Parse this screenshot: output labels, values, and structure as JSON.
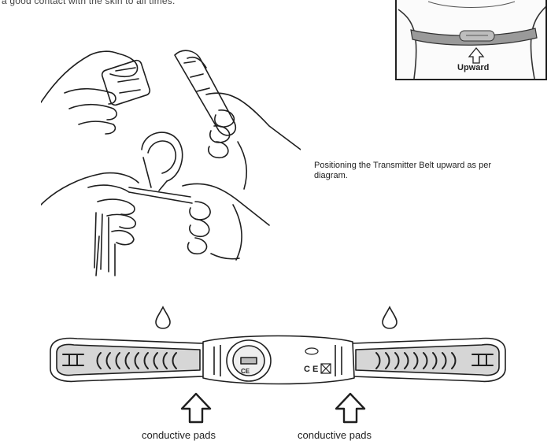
{
  "header": {
    "top_text": "a good contact with the skin to all times."
  },
  "inset": {
    "upward_label": "Upward"
  },
  "caption": {
    "positioning_text": "Positioning the Transmitter Belt upward as per diagram."
  },
  "labels": {
    "left_pad": "conductive pads",
    "right_pad": "conductive pads"
  }
}
